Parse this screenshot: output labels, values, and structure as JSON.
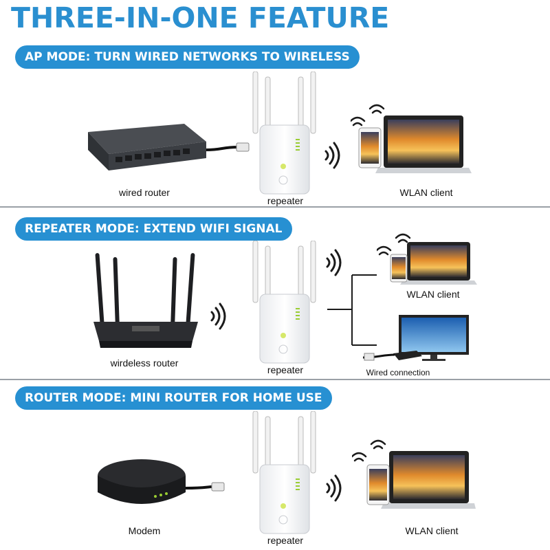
{
  "title": "THREE-IN-ONE FEATURE",
  "sections": [
    {
      "mode": "AP MODE: TURN WIRED NETWORKS TO WIRELESS",
      "source_label": "wired router",
      "middle_label": "repeater",
      "client_label": "WLAN client"
    },
    {
      "mode": "REPEATER MODE: EXTEND WIFI SIGNAL",
      "source_label": "wirdeless router",
      "middle_label": "repeater",
      "client_label": "WLAN client",
      "wired_label": "Wired connection"
    },
    {
      "mode": "ROUTER MODE: MINI ROUTER FOR HOME USE",
      "source_label": "Modem",
      "middle_label": "repeater",
      "client_label": "WLAN client"
    }
  ],
  "colors": {
    "accent": "#2790d2",
    "title": "#2a8fd0",
    "divider": "#9aa0a6"
  },
  "icons": [
    "wifi-signal-icon",
    "ethernet-cable-icon",
    "laptop-icon",
    "phone-icon",
    "router-icon",
    "repeater-icon",
    "modem-icon",
    "tv-icon"
  ]
}
